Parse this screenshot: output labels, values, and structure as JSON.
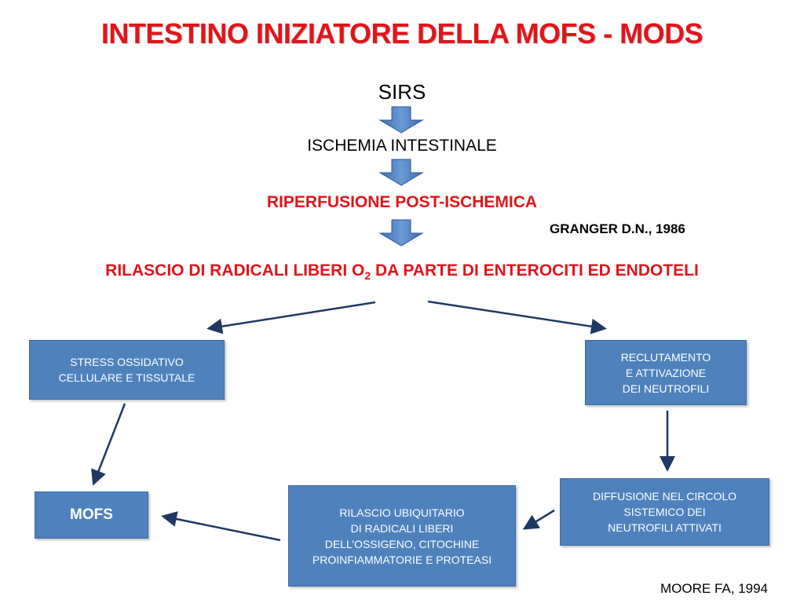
{
  "title": "INTESTINO INIZIATORE DELLA MOFS - MODS",
  "flow": {
    "step1": "SIRS",
    "step2": "ISCHEMIA INTESTINALE",
    "step3": "RIPERFUSIONE POST-ISCHEMICA",
    "step4": {
      "before": "RILASCIO DI RADICALI LIBERI O",
      "subscript": "2",
      "after": " DA PARTE DI ENTEROCITI ED ENDOTELI"
    }
  },
  "citations": {
    "granger": "GRANGER D.N., 1986",
    "moore": "MOORE FA,  1994"
  },
  "boxes": {
    "stress": "STRESS OSSIDATIVO\nCELLULARE E TISSUTALE",
    "reclutamento": "RECLUTAMENTO\nE ATTIVAZIONE\nDEI NEUTROFILI",
    "diffusione": "DIFFUSIONE NEL CIRCOLO\nSISTEMICO DEI\nNEUTROFILI ATTIVATI",
    "rilascio": "RILASCIO UBIQUITARIO\nDI  RADICALI LIBERI\nDELL’OSSIGENO,  CITOCHINE\nPROINFIAMMATORIE E PROTEASI",
    "mofs": "MOFS"
  },
  "colors": {
    "title_red": "#e2141b",
    "box_blue": "#4f81bd",
    "arrow_navy": "#1f3864"
  }
}
